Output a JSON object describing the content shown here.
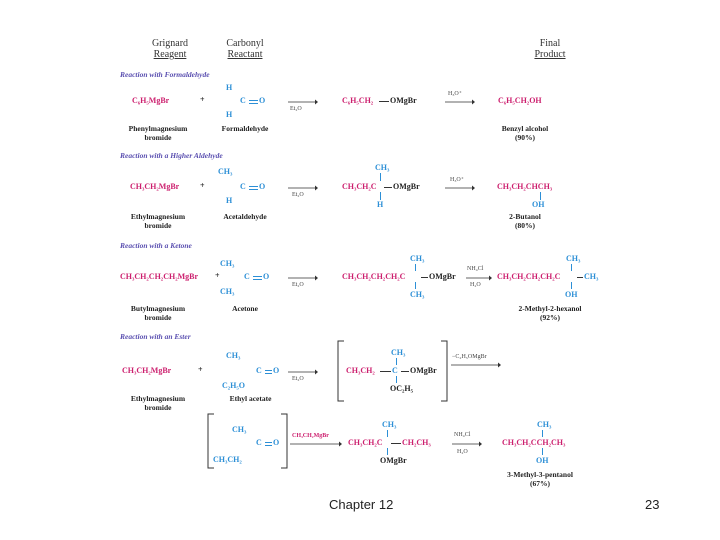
{
  "headers": {
    "grignard": "Grignard",
    "grignard2": "Reagent",
    "carbonyl": "Carbonyl",
    "carbonyl2": "Reactant",
    "final": "Final",
    "final2": "Product"
  },
  "rx1": {
    "section": "Reaction with Formaldehyde",
    "reagent": "C₆H₅MgBr",
    "plus": "+",
    "carb_top": "H",
    "carb_c": "C",
    "carb_o": "O",
    "carb_bot": "H",
    "cond1": "Et₂O",
    "intermediate": "C₆H₅CH₂",
    "intermediate2": "OMgBr",
    "cond2": "H₃O⁺",
    "product": "C₆H₅CH₂OH",
    "reagent_name": "Phenylmagnesium",
    "reagent_name2": "bromide",
    "carb_name": "Formaldehyde",
    "product_name": "Benzyl alcohol",
    "product_yield": "(90%)"
  },
  "rx2": {
    "section": "Reaction with a Higher Aldehyde",
    "reagent": "CH₃CH₂MgBr",
    "plus": "+",
    "carb_top": "CH₃",
    "carb_c": "C",
    "carb_o": "O",
    "carb_bot": "H",
    "cond1": "Et₂O",
    "int_top": "CH₃",
    "intermediate": "CH₃CH₂C",
    "intermediate2": "OMgBr",
    "int_bot": "H",
    "cond2": "H₃O⁺",
    "product": "CH₃CH₂CHCH₃",
    "product_bot": "OH",
    "reagent_name": "Ethylmagnesium",
    "reagent_name2": "bromide",
    "carb_name": "Acetaldehyde",
    "product_name": "2-Butanol",
    "product_yield": "(80%)"
  },
  "rx3": {
    "section": "Reaction with a Ketone",
    "reagent": "CH₃CH₂CH₂CH₂MgBr",
    "plus": "+",
    "carb_top": "CH₃",
    "carb_c": "C",
    "carb_o": "O",
    "carb_bot": "CH₃",
    "cond1": "Et₂O",
    "int_top": "CH₃",
    "intermediate": "CH₃CH₂CH₂CH₂C",
    "intermediate2": "OMgBr",
    "int_bot": "CH₃",
    "cond2": "NH₄Cl",
    "cond2b": "H₂O",
    "prod_top": "CH₃",
    "product": "CH₃CH₂CH₂CH₂C",
    "product2": "CH₃",
    "product_bot": "OH",
    "reagent_name": "Butylmagnesium",
    "reagent_name2": "bromide",
    "carb_name": "Acetone",
    "product_name": "2-Methyl-2-hexanol",
    "product_yield": "(92%)"
  },
  "rx4": {
    "section": "Reaction with an Ester",
    "reagent": "CH₃CH₂MgBr",
    "plus": "+",
    "carb_top": "CH₃",
    "carb_c": "C",
    "carb_o": "O",
    "carb_bot": "C₂H₅O",
    "cond1": "Et₂O",
    "int_top": "CH₃",
    "intermediate": "CH₃CH₂",
    "int_c": "C",
    "intermediate2": "OMgBr",
    "int_bot": "OC₂H₅",
    "cond_elim": "−C₂H₅OMgBr",
    "reagent_name": "Ethylmagnesium",
    "reagent_name2": "bromide",
    "carb_name": "Ethyl acetate",
    "k_top": "CH₃",
    "k_c": "C",
    "k_o": "O",
    "k_bot": "CH₃CH₂",
    "cond3": "CH₃CH₂MgBr",
    "i2_top": "CH₃",
    "i2_main": "CH₃CH₂C",
    "i2_right": "CH₂CH₃",
    "i2_bot": "OMgBr",
    "cond4": "NH₄Cl",
    "cond4b": "H₂O",
    "p_top": "CH₃",
    "p_main": "CH₃CH₂CCH₂CH₃",
    "p_bot": "OH",
    "product_name": "3-Methyl-3-pentanol",
    "product_yield": "(67%)"
  },
  "footer": {
    "chapter": "Chapter 12",
    "page": "23"
  }
}
